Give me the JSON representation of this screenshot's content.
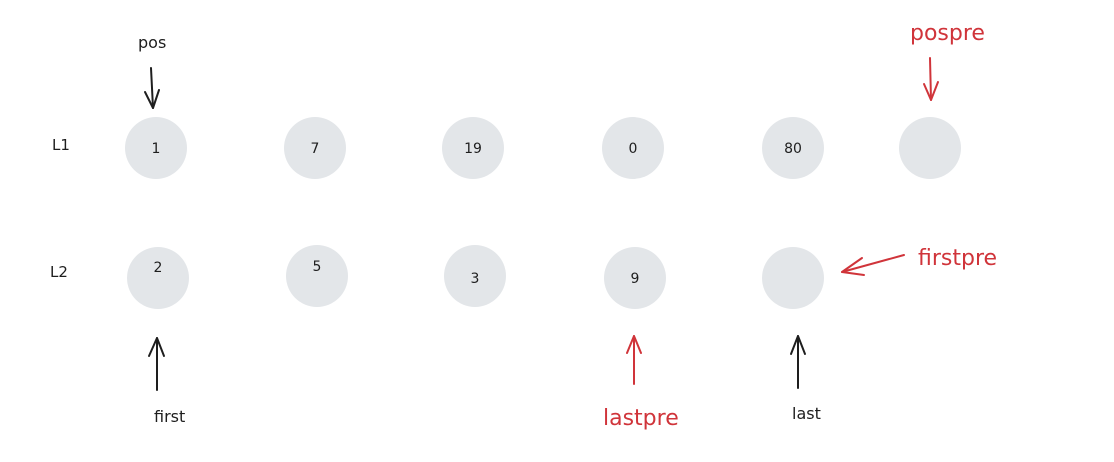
{
  "lists": [
    {
      "label": "L1",
      "nodes": [
        "1",
        "7",
        "19",
        "0",
        "80",
        ""
      ]
    },
    {
      "label": "L2",
      "nodes": [
        "2",
        "5",
        "3",
        "9",
        ""
      ]
    }
  ],
  "pointers": {
    "pos": "pos",
    "pospre": "pospre",
    "first": "first",
    "firstpre": "firstpre",
    "lastpre": "lastpre",
    "last": "last"
  },
  "colors": {
    "node_fill": "#e3e6e9",
    "ink": "#1e1e1e",
    "highlight": "#d0343a"
  }
}
